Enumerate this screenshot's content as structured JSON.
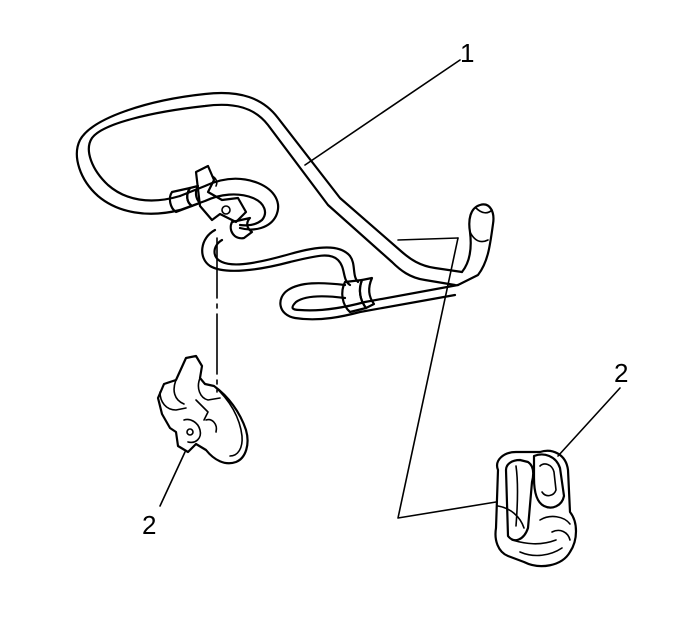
{
  "callouts": {
    "pipe": "1",
    "clip_left": "2",
    "clip_right": "2"
  }
}
